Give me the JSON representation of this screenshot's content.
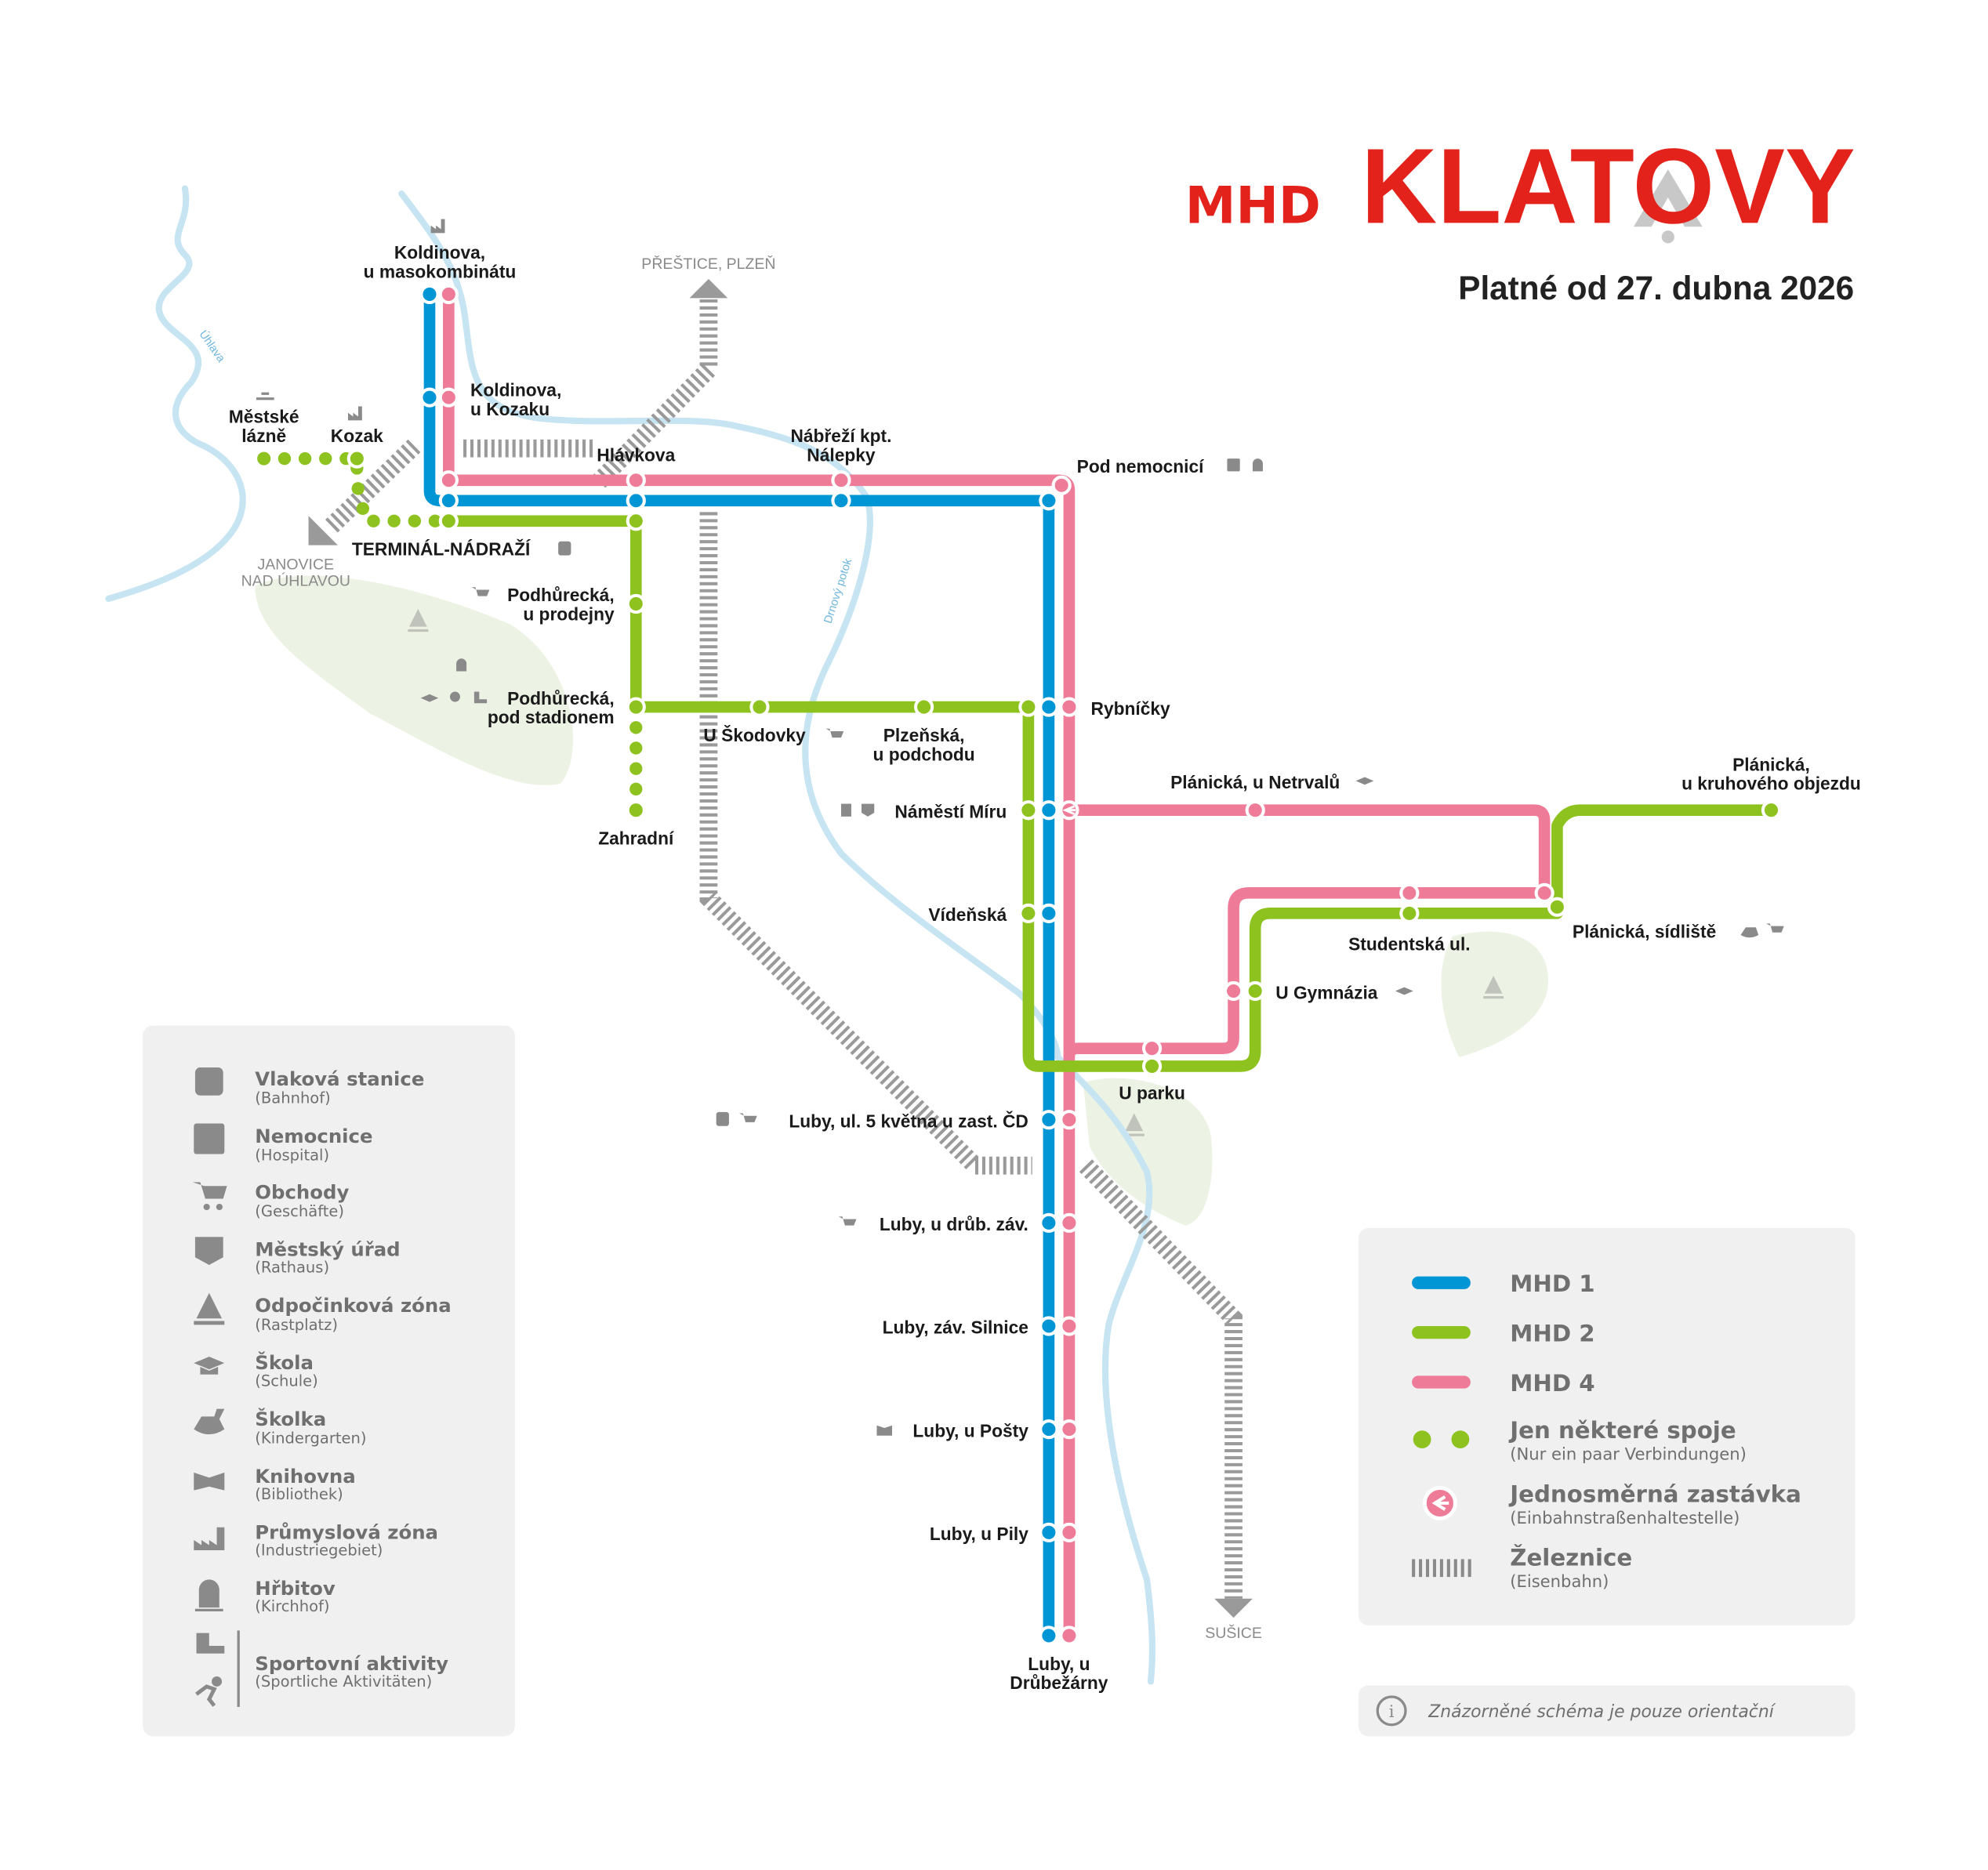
{
  "header": {
    "prefix": "MHD",
    "title": "KLATOVY",
    "valid_from": "Platné od 27. dubna 2026"
  },
  "colors": {
    "mhd1": "#0096d6",
    "mhd2": "#8dc21f",
    "mhd4": "#ee7b98",
    "brand": "#e3231b",
    "rail": "#9a9a9a",
    "river": "#c6e4f1",
    "park": "#edf3e4"
  },
  "places": {
    "presto": "PŘEŠTICE, PLZEŇ",
    "janovice": [
      "JANOVICE",
      "NAD ÚHLAVOU"
    ],
    "susice": "SUŠICE",
    "river_uhlava": "Úhlava",
    "river_drnovy": "Drnový potok"
  },
  "stations": {
    "koldinova_maso": [
      "Koldinova,",
      "u masokombinátu"
    ],
    "koldinova_kozak": [
      "Koldinova,",
      "u Kozaku"
    ],
    "mestske_lazne": [
      "Městské",
      "lázně"
    ],
    "kozak": "Kozak",
    "hlavkova": "Hlávkova",
    "nabrezi": [
      "Nábřeží kpt.",
      "Nálepky"
    ],
    "pod_nemocnici": "Pod nemocnicí",
    "terminal": "TERMINÁL-NÁDRAŽÍ",
    "podhurecka_prodejny": [
      "Podhůrecká,",
      "u prodejny"
    ],
    "podhurecka_stadion": [
      "Podhůrecká,",
      "pod stadionem"
    ],
    "zahradni": "Zahradní",
    "u_skodovky": "U Škodovky",
    "plzenska": [
      "Plzeňská,",
      "u podchodu"
    ],
    "rybnicky": "Rybníčky",
    "namesti_miru": "Náměstí Míru",
    "planicka_netrvalu": "Plánická, u Netrvalů",
    "planicka_kruhovy": [
      "Plánická,",
      "u kruhového objezdu"
    ],
    "videnska": "Vídeňská",
    "studentska": "Studentská ul.",
    "planicka_sidliste": "Plánická, sídliště",
    "u_gymnazia": "U Gymnázia",
    "u_parku": "U parku",
    "luby_5kvetna": "Luby, ul. 5 května u zast. ČD",
    "luby_drub": "Luby, u drůb. záv.",
    "luby_silnice": "Luby, záv. Silnice",
    "luby_posty": "Luby, u Pošty",
    "luby_pily": "Luby, u Pily",
    "luby_drubezarny": [
      "Luby, u",
      "Drůbežárny"
    ]
  },
  "legend_poi": [
    {
      "icon": "train-icon",
      "title": "Vlaková stanice",
      "sub": "(Bahnhof)"
    },
    {
      "icon": "hospital-icon",
      "title": "Nemocnice",
      "sub": "(Hospital)"
    },
    {
      "icon": "cart-icon",
      "title": "Obchody",
      "sub": "(Geschäfte)"
    },
    {
      "icon": "town-hall-icon",
      "title": "Městský úřad",
      "sub": "(Rathaus)"
    },
    {
      "icon": "tree-icon",
      "title": "Odpočinková zóna",
      "sub": "(Rastplatz)"
    },
    {
      "icon": "graduation-cap-icon",
      "title": "Škola",
      "sub": "(Schule)"
    },
    {
      "icon": "rocking-horse-icon",
      "title": "Školka",
      "sub": "(Kindergarten)"
    },
    {
      "icon": "book-icon",
      "title": "Knihovna",
      "sub": "(Bibliothek)"
    },
    {
      "icon": "factory-icon",
      "title": "Průmyslová zóna",
      "sub": "(Industriegebiet)"
    },
    {
      "icon": "gravestone-icon",
      "title": "Hřbitov",
      "sub": "(Kirchhof)"
    },
    {
      "icon": "skate-runner-icon",
      "title": "Sportovní aktivity",
      "sub": "(Sportliche Aktivitäten)"
    }
  ],
  "legend_lines": [
    {
      "title": "MHD 1"
    },
    {
      "title": "MHD 2"
    },
    {
      "title": "MHD 4"
    },
    {
      "title": "Jen některé spoje",
      "sub": "(Nur ein paar Verbindungen)"
    },
    {
      "title": "Jednosměrná zastávka",
      "sub": "(Einbahnstraßenhaltestelle)"
    },
    {
      "title": "Železnice",
      "sub": "(Eisenbahn)"
    }
  ],
  "note": {
    "icon": "info-icon",
    "text": "Znázorněné schéma je pouze orientační"
  }
}
